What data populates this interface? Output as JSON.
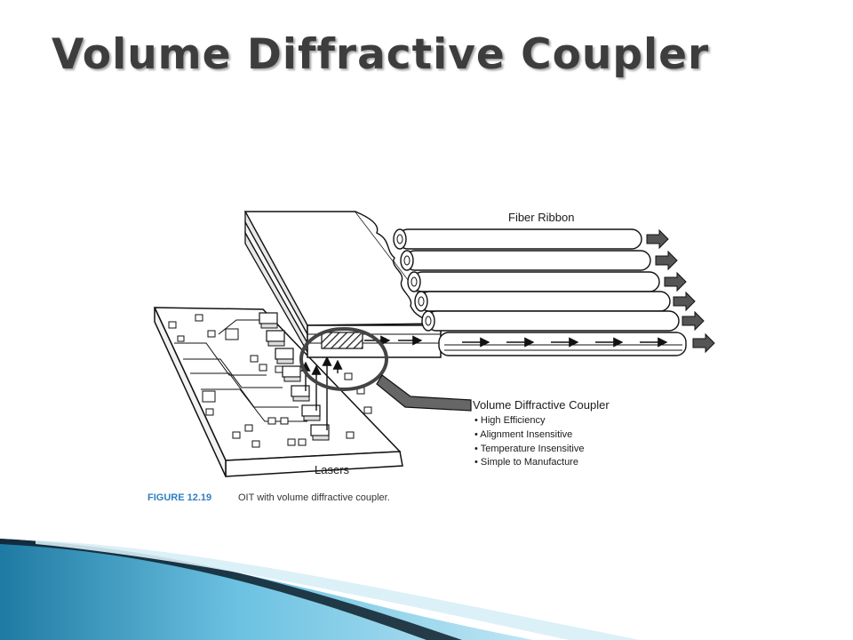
{
  "slide": {
    "title": "Volume Diffractive Coupler"
  },
  "diagram": {
    "fiber_label": "Fiber Ribbon",
    "coupler_heading": "Volume Diffractive Coupler",
    "coupler_features": [
      "• High Efficiency",
      "• Alignment Insensitive",
      "• Temperature Insensitive",
      "• Simple to Manufacture"
    ],
    "lasers_label": "Lasers",
    "fiber_count": 6
  },
  "caption": {
    "figure_number": "FIGURE 12.19",
    "text": "OIT with volume diffractive coupler."
  },
  "colors": {
    "title": "#3d3d3d",
    "caption_accent": "#2f7fc4",
    "wave_light": "#8fd2ea",
    "wave_dark": "#1e6f95"
  }
}
